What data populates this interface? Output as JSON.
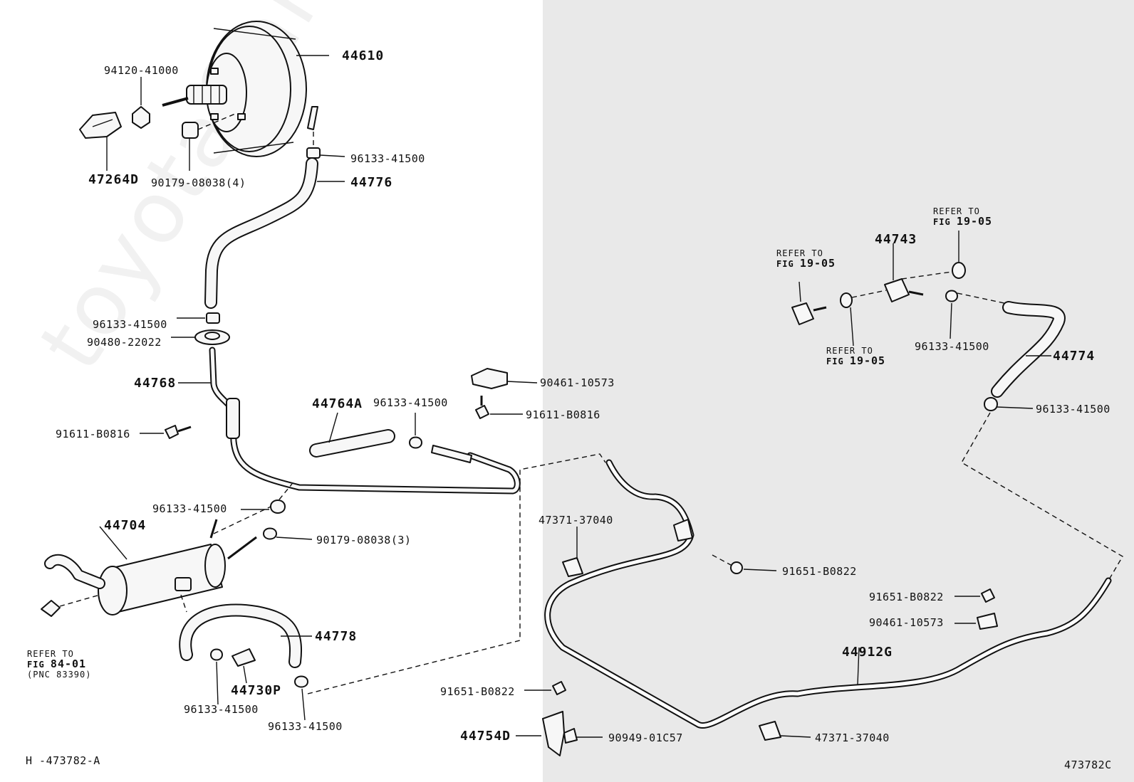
{
  "labels": {
    "l44610": "44610",
    "l94120": "94120-41000",
    "l96133a": "96133-41500",
    "l47264d": "47264D",
    "l90179a": "90179-08038(4)",
    "l44776": "44776",
    "l96133b": "96133-41500",
    "l90480": "90480-22022",
    "l44768": "44768",
    "l44764a": "44764A",
    "l96133c": "96133-41500",
    "l90461a": "90461-10573",
    "l91611b": "91611-B0816",
    "l91611a": "91611-B0816",
    "l96133d": "96133-41500",
    "l44704": "44704",
    "l90179b": "90179-08038(3)",
    "l44778": "44778",
    "l44730p": "44730P",
    "l96133e": "96133-41500",
    "l96133f": "96133-41500",
    "l47371a": "47371-37040",
    "l91651a": "91651-B0822",
    "l91651b": "91651-B0822",
    "l90461b": "90461-10573",
    "l44912g": "44912G",
    "l91651c": "91651-B0822",
    "l44754d": "44754D",
    "l90949": "90949-01C57",
    "l47371b": "47371-37040",
    "l44743": "44743",
    "l96133g": "96133-41500",
    "l44774": "44774",
    "l96133h": "96133-41500"
  },
  "references": {
    "ref_top": {
      "line1": "REFER TO",
      "fig": "FIG",
      "page": "19-05"
    },
    "ref_left": {
      "line1": "REFER TO",
      "fig": "FIG",
      "page": "19-05"
    },
    "ref_bottom": {
      "line1": "REFER TO",
      "fig": "FIG",
      "page": "19-05"
    },
    "ref_canister": {
      "line1": "REFER TO",
      "fig": "FIG",
      "page": "84-01",
      "pnc": "(PNC 83390)"
    }
  },
  "footer": {
    "left_code": "H -473782-A",
    "right_code": "473782C"
  },
  "watermark": "toyotaCarMine.ru"
}
